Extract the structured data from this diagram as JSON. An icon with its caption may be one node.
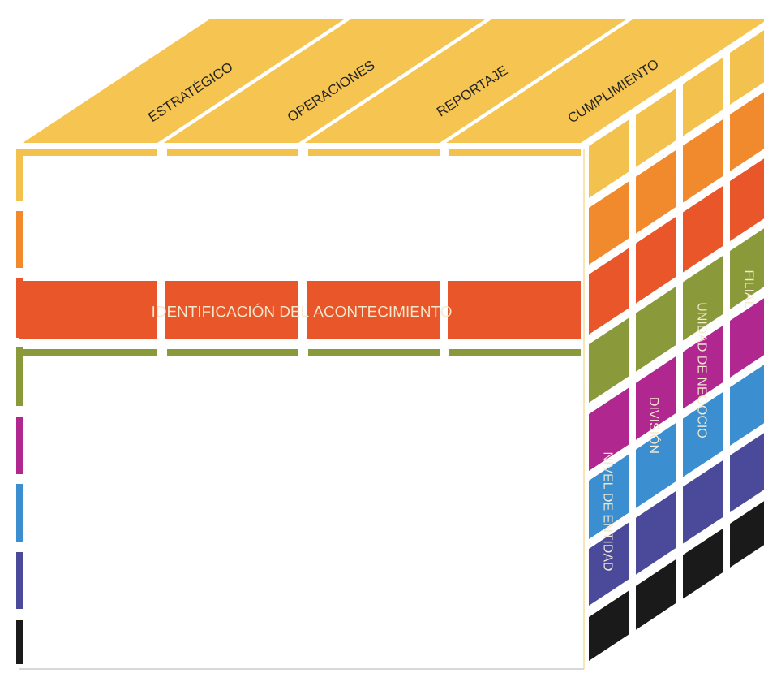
{
  "diagram": {
    "nodes": [
      {
        "text": [
          "ESTRATÉGICO"
        ]
      },
      {
        "text": [
          "OPERACIONES"
        ]
      },
      {
        "text": [
          "REPORTAJE"
        ]
      },
      {
        "text": [
          "CUMPLIMIENTO"
        ]
      },
      {
        "text": [
          "IDENTIFICACIÓN DEL ACONTECIMIENTO"
        ]
      }
    ],
    "edges": [],
    "labels": [
      "NIVEL DE ENTIDAD",
      "DIVISIÓN",
      "UNIDAD DE NEGOCIO",
      "FILIAL"
    ]
  }
}
